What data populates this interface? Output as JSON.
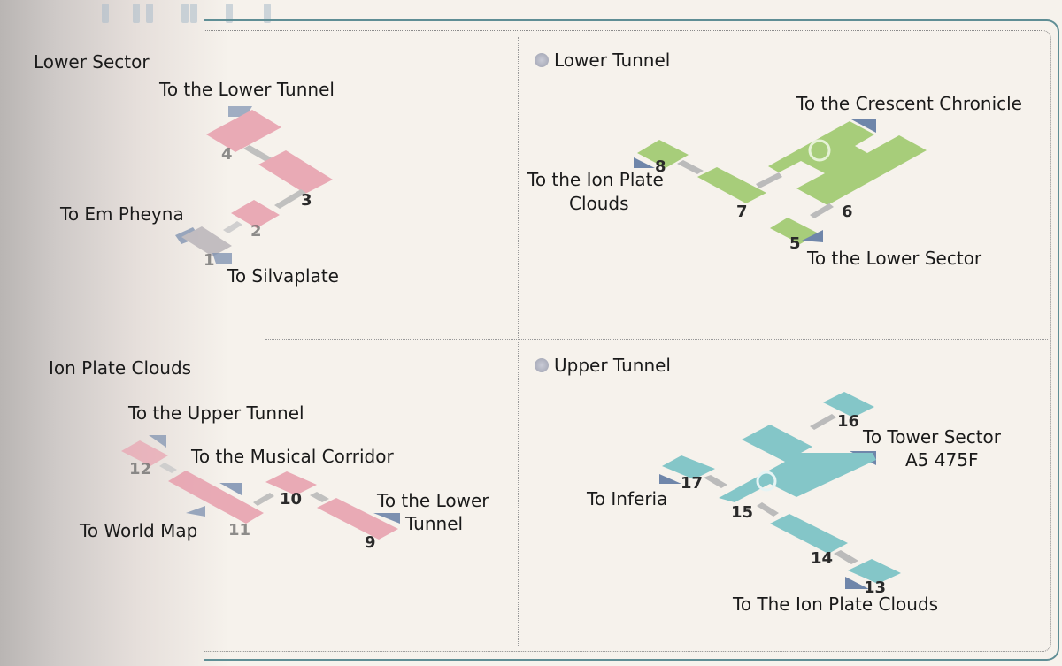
{
  "header": {
    "strip_glyphs": [
      "m",
      "a",
      "p"
    ]
  },
  "colors": {
    "lower_sector_room": "#e8a3b0",
    "lower_tunnel_room": "#a7cd7a",
    "upper_tunnel_room": "#84c6c8",
    "exit_marker": "#6f86aa",
    "corridor": "#b9b6b8",
    "frame": "#5f8e95"
  },
  "panels": {
    "lower_sector": {
      "title": "Lower Sector",
      "exits": {
        "to_lower_tunnel": "To the Lower Tunnel",
        "to_em_pheyna": "To Em Pheyna",
        "to_silvaplate": "To Silvaplate"
      },
      "rooms": [
        "1",
        "2",
        "3",
        "4"
      ]
    },
    "lower_tunnel": {
      "title": "Lower Tunnel",
      "exits": {
        "to_crescent_chronicle": "To the Crescent Chronicle",
        "to_ion_plate_clouds_line1": "To the Ion Plate",
        "to_ion_plate_clouds_line2": "Clouds",
        "to_lower_sector": "To the Lower Sector"
      },
      "rooms": [
        "5",
        "6",
        "7",
        "8"
      ]
    },
    "ion_plate_clouds": {
      "title": "Ion Plate Clouds",
      "exits": {
        "to_upper_tunnel": "To the Upper Tunnel",
        "to_musical_corridor": "To the Musical Corridor",
        "to_world_map": "To World Map",
        "to_lower_tunnel_line1": "To the Lower",
        "to_lower_tunnel_line2": "Tunnel"
      },
      "rooms": [
        "9",
        "10",
        "11",
        "12"
      ]
    },
    "upper_tunnel": {
      "title": "Upper Tunnel",
      "exits": {
        "to_tower_sector_line1": "To Tower Sector",
        "to_tower_sector_line2": "A5 475F",
        "to_inferia": "To Inferia",
        "to_ion_plate_clouds": "To The Ion Plate Clouds"
      },
      "rooms": [
        "13",
        "14",
        "15",
        "16",
        "17"
      ]
    }
  }
}
